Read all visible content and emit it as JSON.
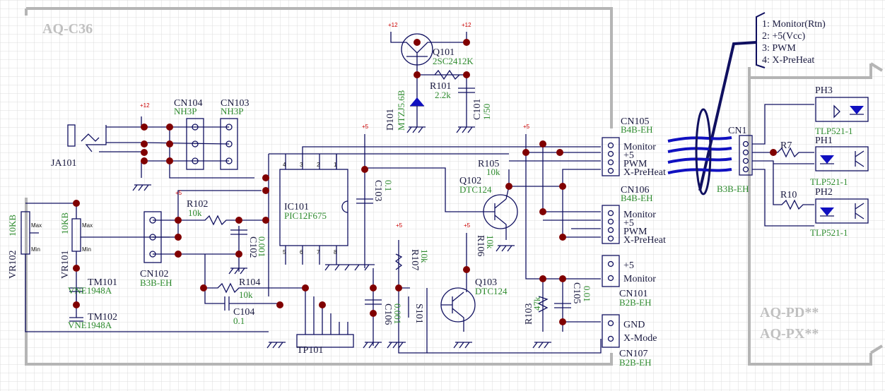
{
  "board_left": "AQ-C36",
  "board_right": [
    "AQ-PD**",
    "AQ-PX**"
  ],
  "cable_pins": [
    "1: Monitor(Rtn)",
    "2: +5(Vcc)",
    "3: PWM",
    "4: X-PreHeat"
  ],
  "components": {
    "JA101": {
      "ref": "JA101"
    },
    "CN104": {
      "ref": "CN104",
      "type": "NH3P"
    },
    "CN103": {
      "ref": "CN103",
      "type": "NH3P"
    },
    "CN102": {
      "ref": "CN102",
      "type": "B3B-EH"
    },
    "CN105": {
      "ref": "CN105",
      "type": "B4B-EH"
    },
    "CN106": {
      "ref": "CN106",
      "type": "B4B-EH"
    },
    "CN101": {
      "ref": "CN101",
      "type": "B2B-EH"
    },
    "CN107": {
      "ref": "CN107",
      "type": "B2B-EH"
    },
    "CN1": {
      "ref": "CN1",
      "type": "B3B-EH"
    },
    "Q101": {
      "ref": "Q101",
      "type": "2SC2412K"
    },
    "D101": {
      "ref": "D101",
      "type": "MTZJ5.6B"
    },
    "R101": {
      "ref": "R101",
      "value": "2.2k"
    },
    "C101": {
      "ref": "C101",
      "value": "1/50"
    },
    "IC101": {
      "ref": "IC101",
      "type": "PIC12F675"
    },
    "C103": {
      "ref": "C103",
      "value": "0.1"
    },
    "R102": {
      "ref": "R102",
      "value": "10k"
    },
    "C102": {
      "ref": "C102",
      "value": "0.001"
    },
    "R104": {
      "ref": "R104",
      "value": "10k"
    },
    "C104": {
      "ref": "C104",
      "value": "0.1"
    },
    "R105": {
      "ref": "R105",
      "value": "10k"
    },
    "Q102": {
      "ref": "Q102",
      "type": "DTC124"
    },
    "R106": {
      "ref": "R106",
      "value": "10k"
    },
    "Q103": {
      "ref": "Q103",
      "type": "DTC124"
    },
    "R107": {
      "ref": "R107",
      "value": "10k"
    },
    "C106": {
      "ref": "C106",
      "value": "0.001"
    },
    "S101": {
      "ref": "S101"
    },
    "R103": {
      "ref": "R103",
      "value": "47k"
    },
    "C105": {
      "ref": "C105",
      "value": "0.01"
    },
    "VR102": {
      "ref": "VR102",
      "value": "10KB"
    },
    "VR101": {
      "ref": "VR101",
      "value": "10KB"
    },
    "TM101": {
      "ref": "TM101",
      "type": "VNE1948A"
    },
    "TM102": {
      "ref": "TM102",
      "type": "VNE1948A"
    },
    "TP101": {
      "ref": "TP101"
    },
    "R7": {
      "ref": "R7"
    },
    "R10": {
      "ref": "R10"
    },
    "PH1": {
      "ref": "PH1",
      "type": "TLP521-1"
    },
    "PH2": {
      "ref": "PH2",
      "type": "TLP521-1"
    },
    "PH3": {
      "ref": "PH3",
      "type": "TLP521-1"
    }
  },
  "connector_labels": {
    "cn105": [
      "Monitor",
      "+5",
      "PWM",
      "X-PreHeat"
    ],
    "cn106": [
      "Monitor",
      "+5",
      "PWM",
      "X-PreHeat"
    ],
    "cn101": [
      "+5",
      "Monitor"
    ],
    "cn107": [
      "GND",
      "X-Mode"
    ]
  },
  "pot_labels": {
    "max": "Max",
    "min": "Min"
  },
  "supply": {
    "plus5": "+5",
    "plus12": "+12"
  }
}
